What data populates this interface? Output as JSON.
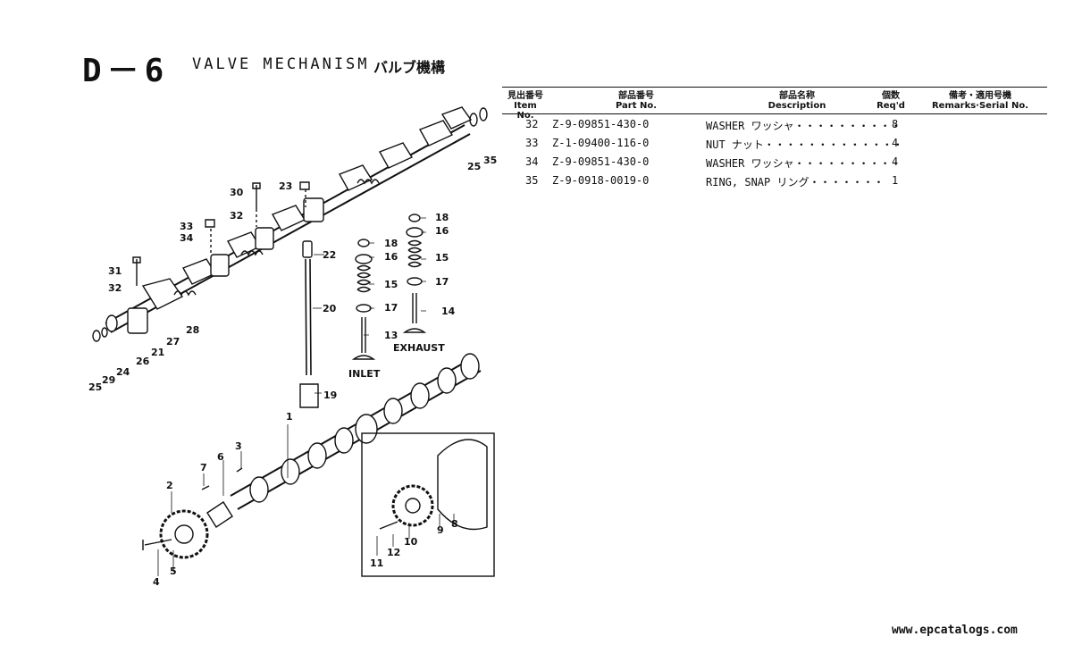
{
  "header": {
    "code": "D－6",
    "title": "VALVE MECHANISM",
    "title_jp": "バルブ機構"
  },
  "table": {
    "columns": [
      {
        "jp": "見出番号",
        "en": "Item No."
      },
      {
        "jp": "部品番号",
        "en": "Part No."
      },
      {
        "jp": "部品名称",
        "en": "Description"
      },
      {
        "jp": "個数",
        "en": "Req'd"
      },
      {
        "jp": "備考・適用号機",
        "en": "Remarks·Serial No."
      }
    ],
    "rows": [
      {
        "item": "32",
        "part": "Z-9-09851-430-0",
        "desc": "WASHER ワッシャ・・・・・・・・・・",
        "qty": "8"
      },
      {
        "item": "33",
        "part": "Z-1-09400-116-0",
        "desc": "NUT ナット・・・・・・・・・・・・・",
        "qty": "4"
      },
      {
        "item": "34",
        "part": "Z-9-09851-430-0",
        "desc": "WASHER ワッシャ・・・・・・・・・・",
        "qty": "4"
      },
      {
        "item": "35",
        "part": "Z-9-0918-0019-0",
        "desc": "RING, SNAP リング・・・・・・・",
        "qty": "1"
      }
    ]
  },
  "diagram": {
    "labels": {
      "l1": "1",
      "l2": "2",
      "l3": "3",
      "l4": "4",
      "l5": "5",
      "l6": "6",
      "l7": "7",
      "l8": "8",
      "l9": "9",
      "l10": "10",
      "l11": "11",
      "l12": "12",
      "l13": "13",
      "l14": "14",
      "l15a": "15",
      "l15b": "15",
      "l16a": "16",
      "l16b": "16",
      "l17a": "17",
      "l17b": "17",
      "l18a": "18",
      "l18b": "18",
      "l19": "19",
      "l20": "20",
      "l21": "21",
      "l22": "22",
      "l23": "23",
      "l24": "24",
      "l25a": "25",
      "l25b": "25",
      "l26": "26",
      "l27": "27",
      "l28": "28",
      "l29": "29",
      "l30": "30",
      "l31": "31",
      "l32a": "32",
      "l32b": "32",
      "l33": "33",
      "l34": "34",
      "l35": "35",
      "inlet": "INLET",
      "exhaust": "EXHAUST"
    }
  },
  "footer": {
    "watermark": "www.epcatalogs.com"
  }
}
